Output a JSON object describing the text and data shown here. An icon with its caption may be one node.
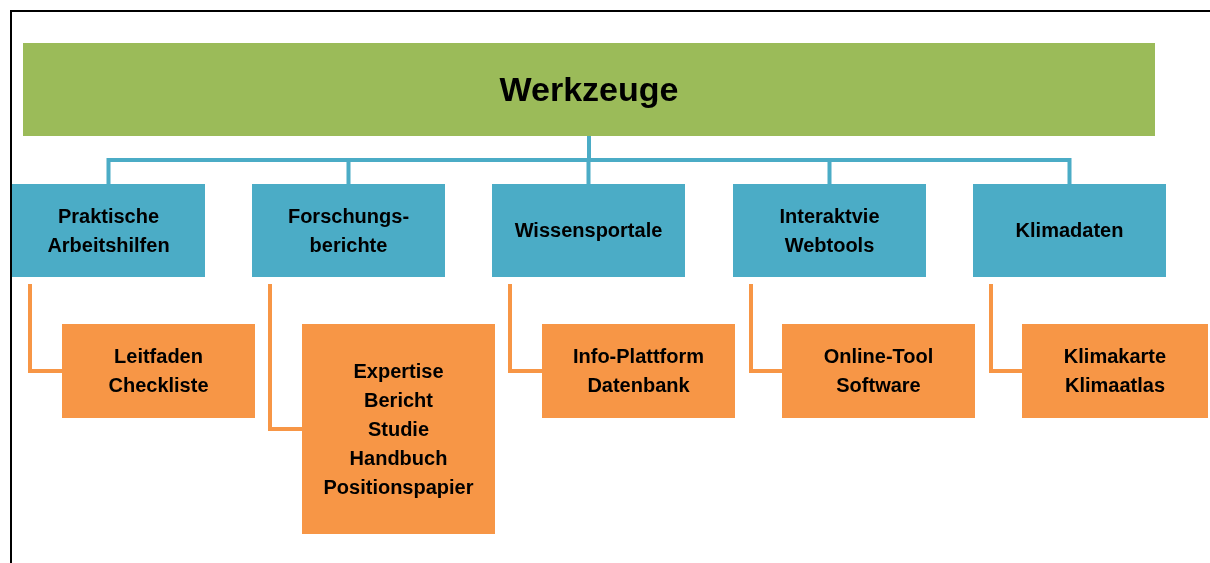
{
  "diagram": {
    "nodes": [
      {
        "text": [
          "Werkzeuge"
        ]
      },
      {
        "text": [
          "Praktische Arbeitshilfen"
        ]
      },
      {
        "text": [
          "Forschungs- berichte"
        ]
      },
      {
        "text": [
          "Wissensportale"
        ]
      },
      {
        "text": [
          "Interaktvie Webtools"
        ]
      },
      {
        "text": [
          "Klimadaten"
        ]
      },
      {
        "text": [
          "Leitfaden",
          "Checkliste"
        ]
      },
      {
        "text": [
          "Expertise",
          "Bericht",
          "Studie",
          "Handbuch",
          "Positionspapier"
        ]
      },
      {
        "text": [
          "Info-Plattform",
          "Datenbank"
        ]
      },
      {
        "text": [
          "Online-Tool",
          "Software"
        ]
      },
      {
        "text": [
          "Klimakarte",
          "Klimaatlas"
        ]
      }
    ],
    "edges": [
      {
        "from": 0,
        "to": 1,
        "arrow": "none",
        "color": "#4bacc6"
      },
      {
        "from": 0,
        "to": 2,
        "arrow": "none",
        "color": "#4bacc6"
      },
      {
        "from": 0,
        "to": 3,
        "arrow": "none",
        "color": "#4bacc6"
      },
      {
        "from": 0,
        "to": 4,
        "arrow": "none",
        "color": "#4bacc6"
      },
      {
        "from": 0,
        "to": 5,
        "arrow": "none",
        "color": "#4bacc6"
      },
      {
        "from": 1,
        "to": 6,
        "arrow": "none",
        "color": "#f79646"
      },
      {
        "from": 2,
        "to": 7,
        "arrow": "none",
        "color": "#f79646"
      },
      {
        "from": 3,
        "to": 8,
        "arrow": "none",
        "color": "#f79646"
      },
      {
        "from": 4,
        "to": 9,
        "arrow": "none",
        "color": "#f79646"
      },
      {
        "from": 5,
        "to": 10,
        "arrow": "none",
        "color": "#f79646"
      }
    ]
  }
}
